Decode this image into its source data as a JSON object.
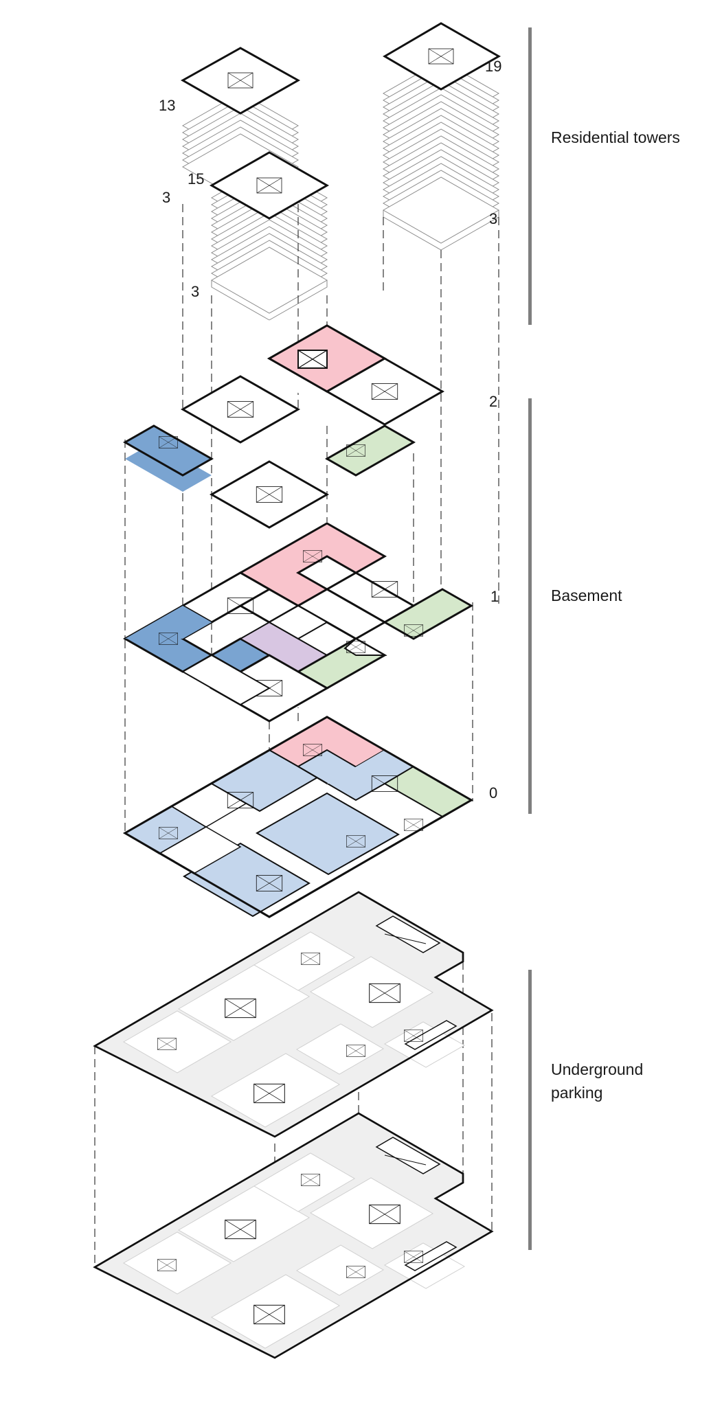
{
  "sections": {
    "towers": "Residential towers",
    "basement": "Basement",
    "parking_line1": "Underground",
    "parking_line2": "parking"
  },
  "levels": {
    "tower_right_top": "19",
    "tower_right_mid": "3",
    "tower_left_top": "13",
    "tower_left_mid": "3",
    "tower_center_top": "15",
    "tower_center_mid": "3",
    "basement_2": "2",
    "basement_1": "1",
    "basement_0": "0"
  },
  "colors": {
    "pink": "#f9c4cc",
    "blue": "#7aa4d1",
    "light_blue": "#c4d6ec",
    "green": "#d5e8cb",
    "purple": "#d8c6e2",
    "parking_grey": "#efefef",
    "bracket": "#7f7f7f"
  }
}
